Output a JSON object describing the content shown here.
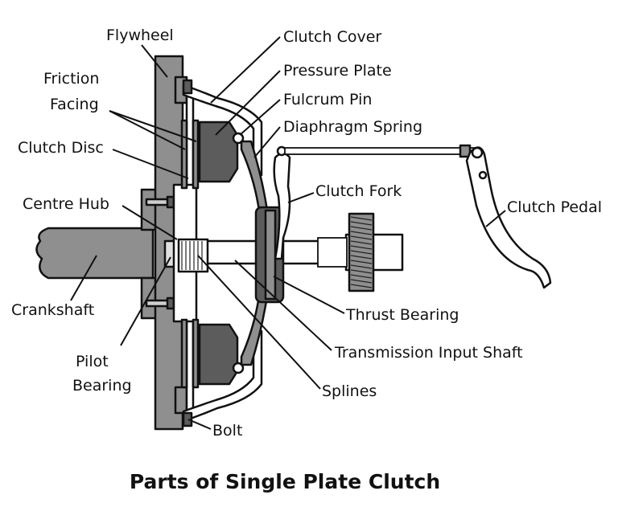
{
  "title": "Parts of Single Plate Clutch",
  "labels": {
    "flywheel": "Flywheel",
    "clutch_cover": "Clutch Cover",
    "pressure_plate": "Pressure Plate",
    "fulcrum_pin": "Fulcrum Pin",
    "diaphragm_spring": "Diaphragm Spring",
    "friction_facing_line1": "Friction",
    "friction_facing_line2": "Facing",
    "clutch_disc": "Clutch Disc",
    "clutch_fork": "Clutch Fork",
    "centre_hub": "Centre Hub",
    "clutch_pedal": "Clutch Pedal",
    "crankshaft": "Crankshaft",
    "thrust_bearing": "Thrust Bearing",
    "pilot_bearing_line1": "Pilot",
    "pilot_bearing_line2": "Bearing",
    "transmission_input_shaft": "Transmission Input Shaft",
    "splines": "Splines",
    "bolt": "Bolt"
  },
  "colors": {
    "part_fill": "#8f8f8f",
    "part_dark": "#5c5c5c",
    "outline": "#111111",
    "background": "#ffffff"
  }
}
